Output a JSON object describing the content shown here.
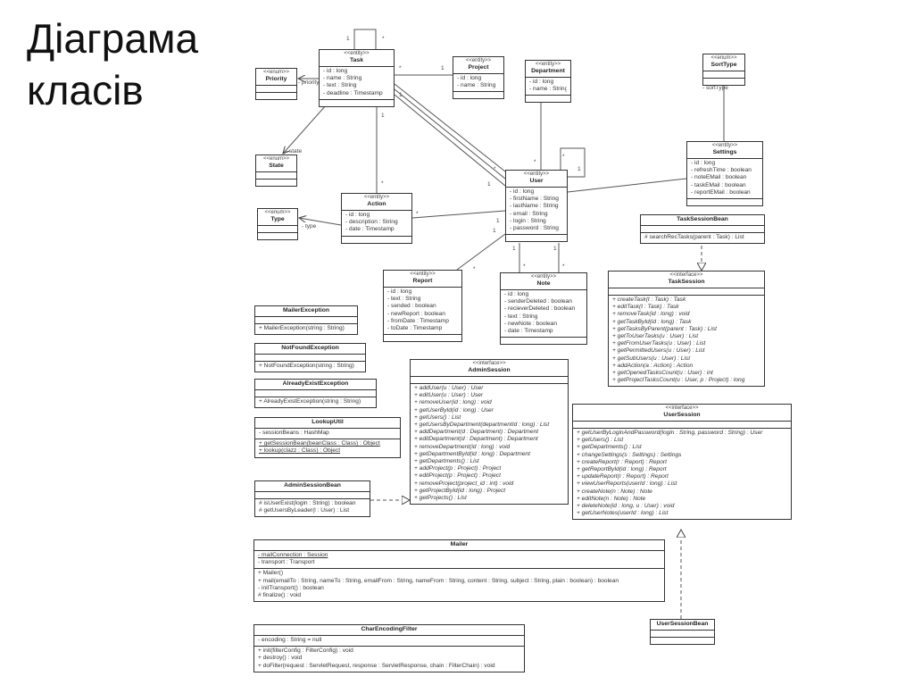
{
  "title": [
    "Діаграма",
    "класів"
  ],
  "classes": {
    "task": {
      "stereotype": "<<entity>>",
      "name": "Task",
      "attributes": [
        "- id : long",
        "- name : String",
        "- text : String",
        "- deadline : Timestamp"
      ],
      "methods": []
    },
    "project": {
      "stereotype": "<<entity>>",
      "name": "Project",
      "attributes": [
        "- id : long",
        "- name : String"
      ],
      "methods": []
    },
    "department": {
      "stereotype": "<<entity>>",
      "name": "Department",
      "attributes": [
        "- id : long",
        "- name : String"
      ],
      "methods": []
    },
    "sorttype": {
      "stereotype": "<<enum>>",
      "name": "SortType",
      "attributes": [],
      "methods": []
    },
    "priority": {
      "stereotype": "<<enum>>",
      "name": "Priority",
      "attributes": [],
      "methods": []
    },
    "state": {
      "stereotype": "<<enum>>",
      "name": "State",
      "attributes": [],
      "methods": []
    },
    "type": {
      "stereotype": "<<enum>>",
      "name": "Type",
      "attributes": [],
      "methods": []
    },
    "settings": {
      "stereotype": "<<entity>>",
      "name": "Settings",
      "attributes": [
        "- id : long",
        "- refreshTime : boolean",
        "- noteEMail : boolean",
        "- taskEMail : boolean",
        "- reportEMail : boolean"
      ],
      "methods": []
    },
    "user": {
      "stereotype": "<<entity>>",
      "name": "User",
      "attributes": [
        "- id : long",
        "- firstName : String",
        "- lastName : String",
        "- email : String",
        "- login : String",
        "- password : String"
      ],
      "methods": []
    },
    "action": {
      "stereotype": "<<entity>>",
      "name": "Action",
      "attributes": [
        "- id : long",
        "- description : String",
        "- date : Timestamp"
      ],
      "methods": []
    },
    "tasksessionbean": {
      "stereotype": "",
      "name": "TaskSessionBean",
      "attributes": [],
      "methods": [
        "# searchRecTasks(parent : Task) : List"
      ]
    },
    "report": {
      "stereotype": "<<entity>>",
      "name": "Report",
      "attributes": [
        "- id : long",
        "- text : String",
        "- sended : boolean",
        "- newReport : boolean",
        "- fromDate : Timestamp",
        "- toDate : Timestamp"
      ],
      "methods": []
    },
    "note": {
      "stereotype": "<<entity>>",
      "name": "Note",
      "attributes": [
        "- id : long",
        "- senderDeleted : boolean",
        "- recieverDeleted : boolean",
        "- text : String",
        "- newNote : boolean",
        "- date : Timestamp"
      ],
      "methods": []
    },
    "tasksession": {
      "stereotype": "<<interface>>",
      "name": "TaskSession",
      "attributes": [],
      "methods": [
        "+ createTask(t : Task) : Task",
        "+ editTask(t : Task) : Task",
        "+ removeTask(id : long) : void",
        "+ getTaskById(id : long) : Task",
        "+ getTasksByParent(parent : Task) : List",
        "+ getToUserTasks(u : User) : List",
        "+ getFromUserTasks(u : User) : List",
        "+ getPermittedUsers(u : User) : List",
        "+ getSubUsers(u : User) : List",
        "+ addAction(a : Action) : Action",
        "+ getOpenedTasksCount(u : User) : int",
        "+ getProjectTasksCount(u : User, p : Project) : long"
      ]
    },
    "mailerexception": {
      "stereotype": "",
      "name": "MailerException",
      "attributes": [],
      "methods": [
        "+ MailerException(string : String)"
      ]
    },
    "notfoundexception": {
      "stereotype": "",
      "name": "NotFoundException",
      "attributes": [],
      "methods": [
        "+ NotFoundException(string : String)"
      ]
    },
    "alreadyexistexception": {
      "stereotype": "",
      "name": "AlreadyExistException",
      "attributes": [],
      "methods": [
        "+ AlreadyExistException(string : String)"
      ]
    },
    "lookuputil": {
      "stereotype": "",
      "name": "LookupUtil",
      "attributes": [
        "- sessionBeans : HashMap"
      ],
      "methods": [
        "+ getSessionBean(beanClass : Class) : Object",
        "+ lookup(clazz : Class) : Object"
      ]
    },
    "adminsession": {
      "stereotype": "<<interface>>",
      "name": "AdminSession",
      "attributes": [],
      "methods": [
        "+ addUser(u : User) : User",
        "+ editUser(u : User) : User",
        "+ removeUser(id : long) : void",
        "+ getUserById(id : long) : User",
        "+ getUsers() : List",
        "+ getUsersByDepartment(departmentId : long) : List",
        "+ addDepartment(d : Department) : Department",
        "+ editDepartment(d : Department) : Department",
        "+ removeDepartment(id : long) : void",
        "+ getDepartmentById(id : long) : Department",
        "+ getDepartments() : List",
        "+ addProject(p : Project) : Project",
        "+ editProject(p : Project) : Project",
        "+ removeProject(project_id : int) : void",
        "+ getProjectById(id : long) : Project",
        "+ getProjects() : List"
      ]
    },
    "usersession": {
      "stereotype": "<<interface>>",
      "name": "UserSession",
      "attributes": [],
      "methods": [
        "+ getUserByLoginAndPassword(login : String, password : String) : User",
        "+ getUsers() : List",
        "+ getDepartments() : List",
        "+ changeSettings(s : Settings) : Settings",
        "+ createReport(r : Report) : Report",
        "+ getReportById(id : long) : Report",
        "+ updateReport(r : Report) : Report",
        "+ viewUserReports(userId : long) : List",
        "+ createNote(n : Note) : Note",
        "+ editNote(n : Note) : Note",
        "+ deleteNote(id : long, u : User) : void",
        "+ getUserNotes(userId : long) : List"
      ]
    },
    "adminsessionbean": {
      "stereotype": "",
      "name": "AdminSessionBean",
      "attributes": [],
      "methods": [
        "# isUserExist(login : String) : boolean",
        "# getUsersByLeader(l : User) : List"
      ]
    },
    "mailer": {
      "stereotype": "",
      "name": "Mailer",
      "attributes": [
        "- mailConnection : Session",
        "- transport : Transport"
      ],
      "methods": [
        "+ Mailer()",
        "+ mail(emailTo : String, nameTo : String, emailFrom : String, nameFrom : String, content : String, subject : String, plain : boolean) : boolean",
        "- initTransport() : boolean",
        "# finalize() : void"
      ]
    },
    "usersessionbean": {
      "stereotype": "",
      "name": "UserSessionBean",
      "attributes": [],
      "methods": []
    },
    "charencodingfilter": {
      "stereotype": "",
      "name": "CharEncodingFilter",
      "attributes": [
        "- encoding : String = null"
      ],
      "methods": [
        "+ init(filterConfig : FilterConfig) : void",
        "+ destroy() : void",
        "+ doFilter(request : ServletRequest, response : ServletResponse, chain : FilterChain) : void"
      ]
    }
  },
  "labels": {
    "task_self_star": "*",
    "task_self_one": "1",
    "priority_role": "- priority",
    "state_role": "- state",
    "type_role": "- type",
    "sort_role": "- sortType",
    "task_project_star": "*",
    "task_project_one": "1",
    "task_user_one_a": "1",
    "task_user_star_a": "*",
    "task_user_one_b": "1",
    "task_action_one": "1",
    "task_action_star": "*",
    "dept_user_star": "*",
    "user_self_one": "1",
    "user_self_star": "*",
    "action_user_star": "*",
    "action_user_one": "1",
    "user_report_one": "1",
    "user_report_star": "*",
    "user_note_one_a": "1",
    "user_note_star_a": "*",
    "user_note_one_b": "1",
    "user_note_star_b": "*"
  }
}
